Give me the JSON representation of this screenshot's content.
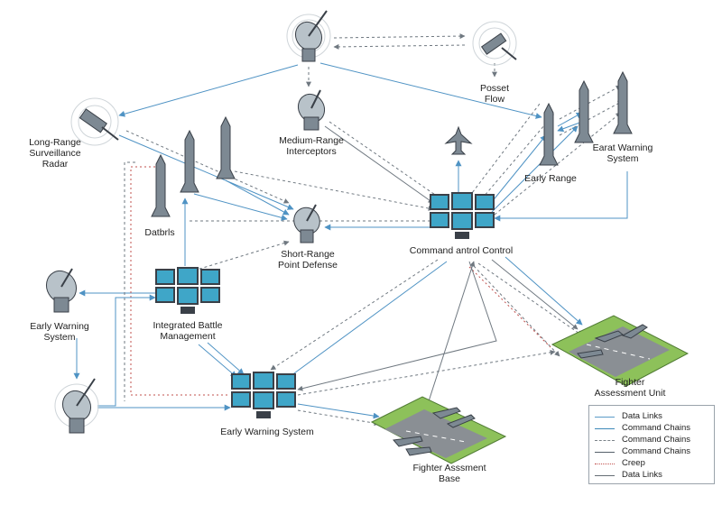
{
  "labels": {
    "posset_flow": [
      "Posset",
      "Flow"
    ],
    "long_range_radar": [
      "Long-Range",
      "Surveillance",
      "Radar"
    ],
    "medium_range": [
      "Medium-Range",
      "Interceptors"
    ],
    "early_range": "Early Range",
    "earat_warning": [
      "Earat Warning",
      "System"
    ],
    "datbrls": "Datbrls",
    "short_range": [
      "Short-Range",
      "Point Defense"
    ],
    "command_control": "Command antrol Control",
    "early_warning_left": [
      "Early Warning",
      "System"
    ],
    "integrated_battle": [
      "Integrated Battle",
      "Management"
    ],
    "early_warning_center": "Early Warning System",
    "fighter_assessment_unit": [
      "Fighter",
      "Assessment Unit"
    ],
    "fighter_base": [
      "Fighter Asssment",
      "Base"
    ]
  },
  "legend": [
    {
      "label": "Data Links",
      "color": "#5b9bc8",
      "style": "solid"
    },
    {
      "label": "Command Chains",
      "color": "#3d88b8",
      "style": "solid"
    },
    {
      "label": "Command Chains",
      "color": "#7a8288",
      "style": "dashed"
    },
    {
      "label": "Command Chains",
      "color": "#55606a",
      "style": "solid"
    },
    {
      "label": "Creep",
      "color": "#c0504d",
      "style": "dotted"
    },
    {
      "label": "Data Links",
      "color": "#666e75",
      "style": "solid"
    }
  ],
  "colors": {
    "blue_link": "#4f93c4",
    "gray_link": "#6f7880",
    "red_dotted": "#c0504d",
    "missile_body": "#7d8993",
    "monitor_frame": "#3a4048",
    "screen": "#3fa6c8",
    "grass": "#8dc15a",
    "runway": "#8a8f94"
  }
}
